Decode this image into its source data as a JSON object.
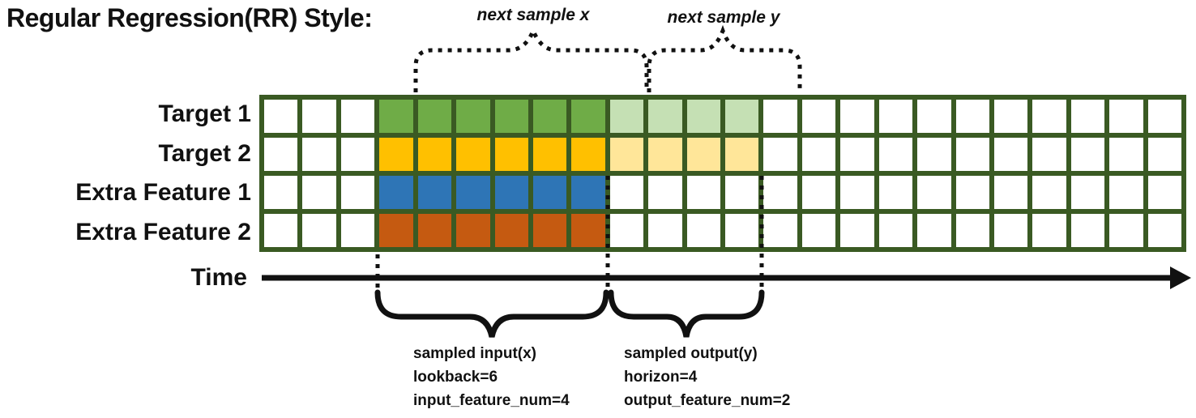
{
  "title": "Regular Regression(RR) Style:",
  "annotations": {
    "next_sample_x": "next sample x",
    "next_sample_y": "next sample y",
    "time_label": "Time",
    "input_lines": [
      "sampled input(x)",
      "lookback=6",
      "input_feature_num=4"
    ],
    "output_lines": [
      "sampled output(y)",
      "horizon=4",
      "output_feature_num=2"
    ]
  },
  "colors": {
    "grid_border": "#3A5A23",
    "cell_empty": "#FFFFFF",
    "target1_input": "#6FAC47",
    "target1_output": "#C5E0B4",
    "target2_input": "#FFC000",
    "target2_output": "#FFE699",
    "feature1_input": "#2E75B6",
    "feature2_input": "#C55A11",
    "line_black": "#111111"
  },
  "grid": {
    "total_columns": 24,
    "lead_empty_columns": 3,
    "lookback": 6,
    "horizon": 4,
    "rows": [
      {
        "label": "Target 1",
        "input_color": "target1_input",
        "output_color": "target1_output",
        "has_output": true
      },
      {
        "label": "Target 2",
        "input_color": "target2_input",
        "output_color": "target2_output",
        "has_output": true
      },
      {
        "label": "Extra Feature 1",
        "input_color": "feature1_input",
        "output_color": null,
        "has_output": false
      },
      {
        "label": "Extra Feature 2",
        "input_color": "feature2_input",
        "output_color": null,
        "has_output": false
      }
    ]
  }
}
